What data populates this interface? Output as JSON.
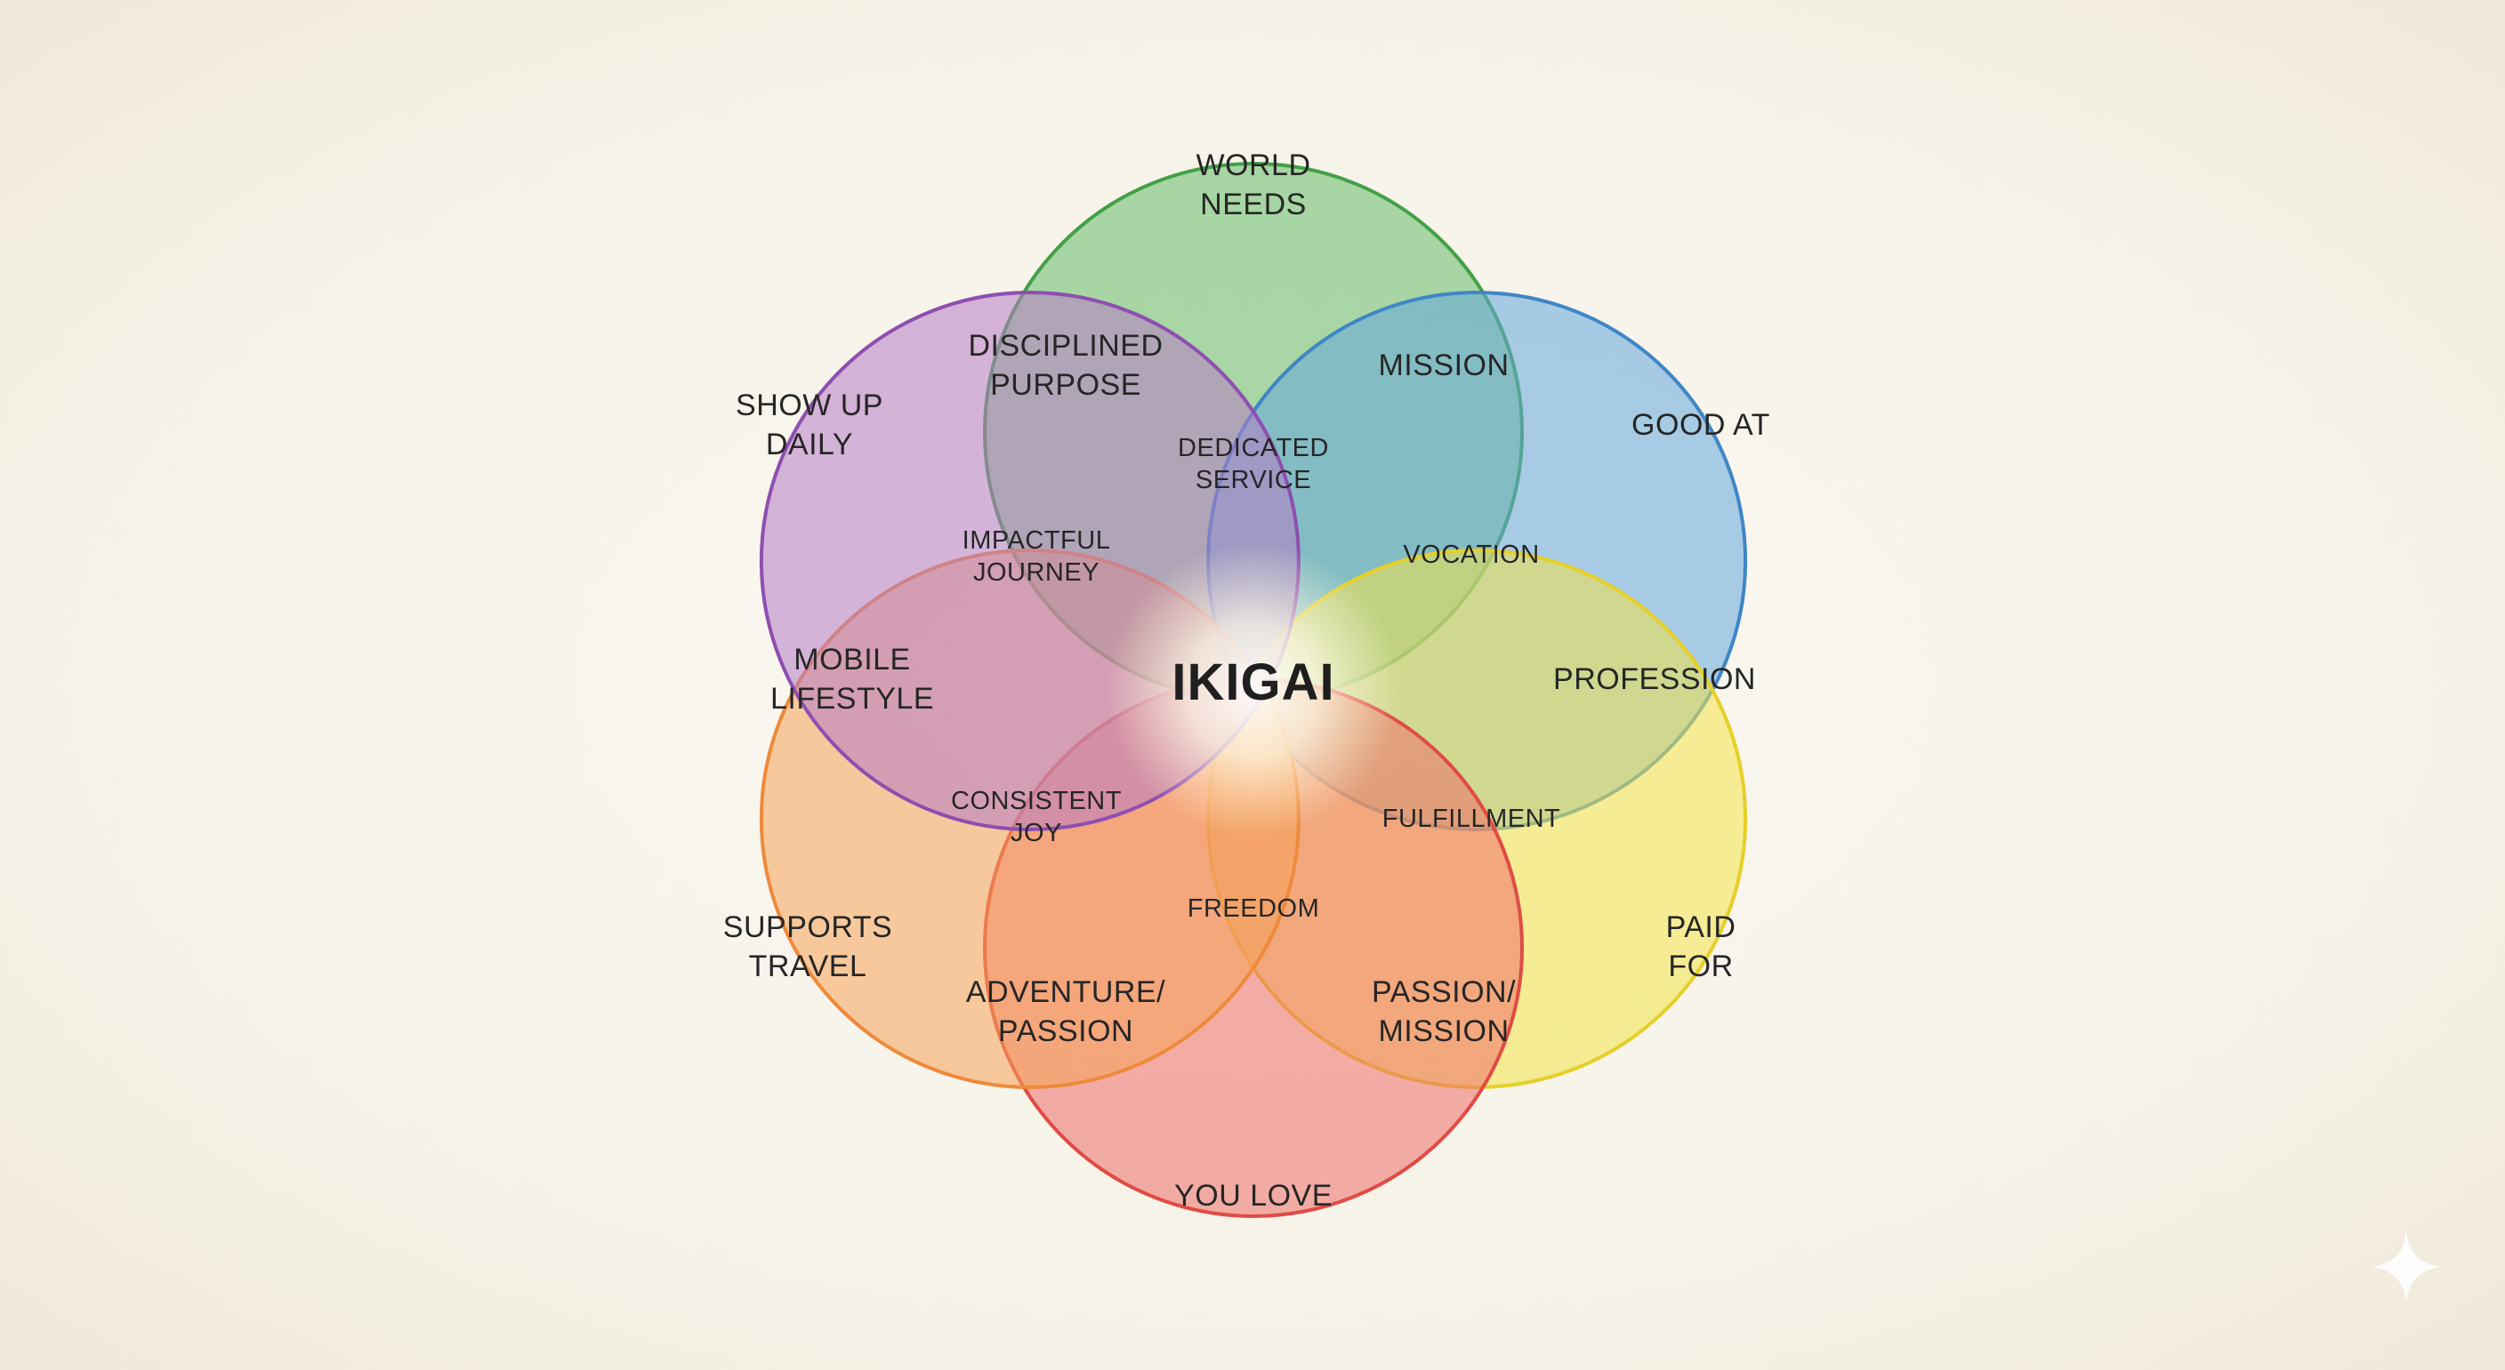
{
  "diagram": {
    "center": {
      "label": "IKIGAI"
    },
    "circles": [
      {
        "id": "world-needs",
        "lines": [
          "WORLD",
          "NEEDS"
        ],
        "color": "#66bb6a",
        "stroke": "#43a047"
      },
      {
        "id": "good-at",
        "lines": [
          "GOOD AT"
        ],
        "color": "#64a8dc",
        "stroke": "#3f86c6"
      },
      {
        "id": "paid-for",
        "lines": [
          "PAID",
          "FOR"
        ],
        "color": "#f2e44a",
        "stroke": "#e6cf28"
      },
      {
        "id": "you-love",
        "lines": [
          "YOU LOVE"
        ],
        "color": "#ef6f6a",
        "stroke": "#e04b45"
      },
      {
        "id": "supports-travel",
        "lines": [
          "SUPPORTS",
          "TRAVEL"
        ],
        "color": "#f5a35a",
        "stroke": "#ee8a3a"
      },
      {
        "id": "show-up-daily",
        "lines": [
          "SHOW UP",
          "DAILY"
        ],
        "color": "#b77cc6",
        "stroke": "#8e4fb0"
      }
    ],
    "overlaps": [
      {
        "id": "disciplined-purpose",
        "lines": [
          "DISCIPLINED",
          "PURPOSE"
        ]
      },
      {
        "id": "mission",
        "lines": [
          "MISSION"
        ]
      },
      {
        "id": "dedicated-service",
        "lines": [
          "DEDICATED",
          "SERVICE"
        ]
      },
      {
        "id": "impactful-journey",
        "lines": [
          "IMPACTFUL",
          "JOURNEY"
        ]
      },
      {
        "id": "vocation",
        "lines": [
          "VOCATION"
        ]
      },
      {
        "id": "mobile-lifestyle",
        "lines": [
          "MOBILE",
          "LIFESTYLE"
        ]
      },
      {
        "id": "profession",
        "lines": [
          "PROFESSION"
        ]
      },
      {
        "id": "consistent-joy",
        "lines": [
          "CONSISTENT",
          "JOY"
        ]
      },
      {
        "id": "fulfillment",
        "lines": [
          "FULFILLMENT"
        ]
      },
      {
        "id": "freedom",
        "lines": [
          "FREEDOM"
        ]
      },
      {
        "id": "adventure-passion",
        "lines": [
          "ADVENTURE/",
          "PASSION"
        ]
      },
      {
        "id": "passion-mission",
        "lines": [
          "PASSION/",
          "MISSION"
        ]
      }
    ]
  },
  "icons": {
    "corner": "sparkle-icon"
  }
}
